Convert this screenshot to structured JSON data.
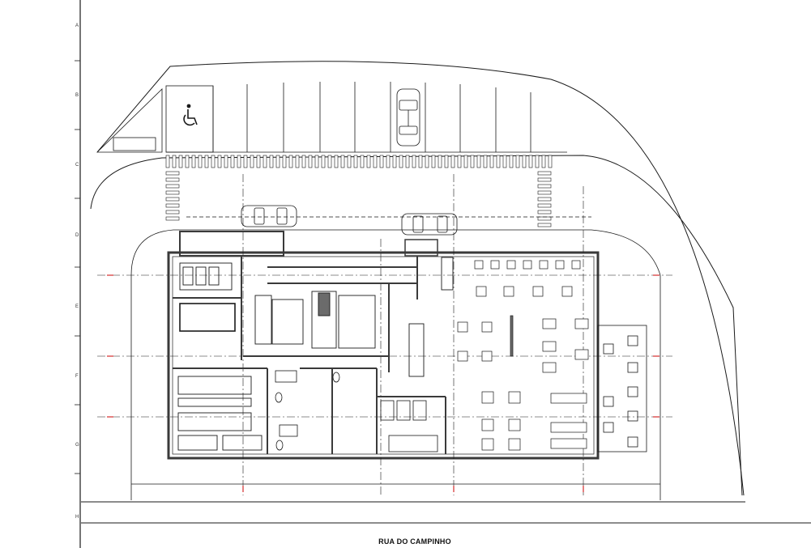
{
  "drawing": {
    "street_name": "RUA DO CAMPINHO",
    "grid_rows": [
      "A",
      "B",
      "C",
      "D",
      "E",
      "F",
      "G",
      "H"
    ]
  },
  "colors": {
    "line": "#1a1a1a",
    "wall": "#3a3a3a",
    "hatch": "#6b6b6b",
    "paper": "#ffffff"
  },
  "icons": [
    "accessible-parking-icon",
    "car-icon"
  ]
}
